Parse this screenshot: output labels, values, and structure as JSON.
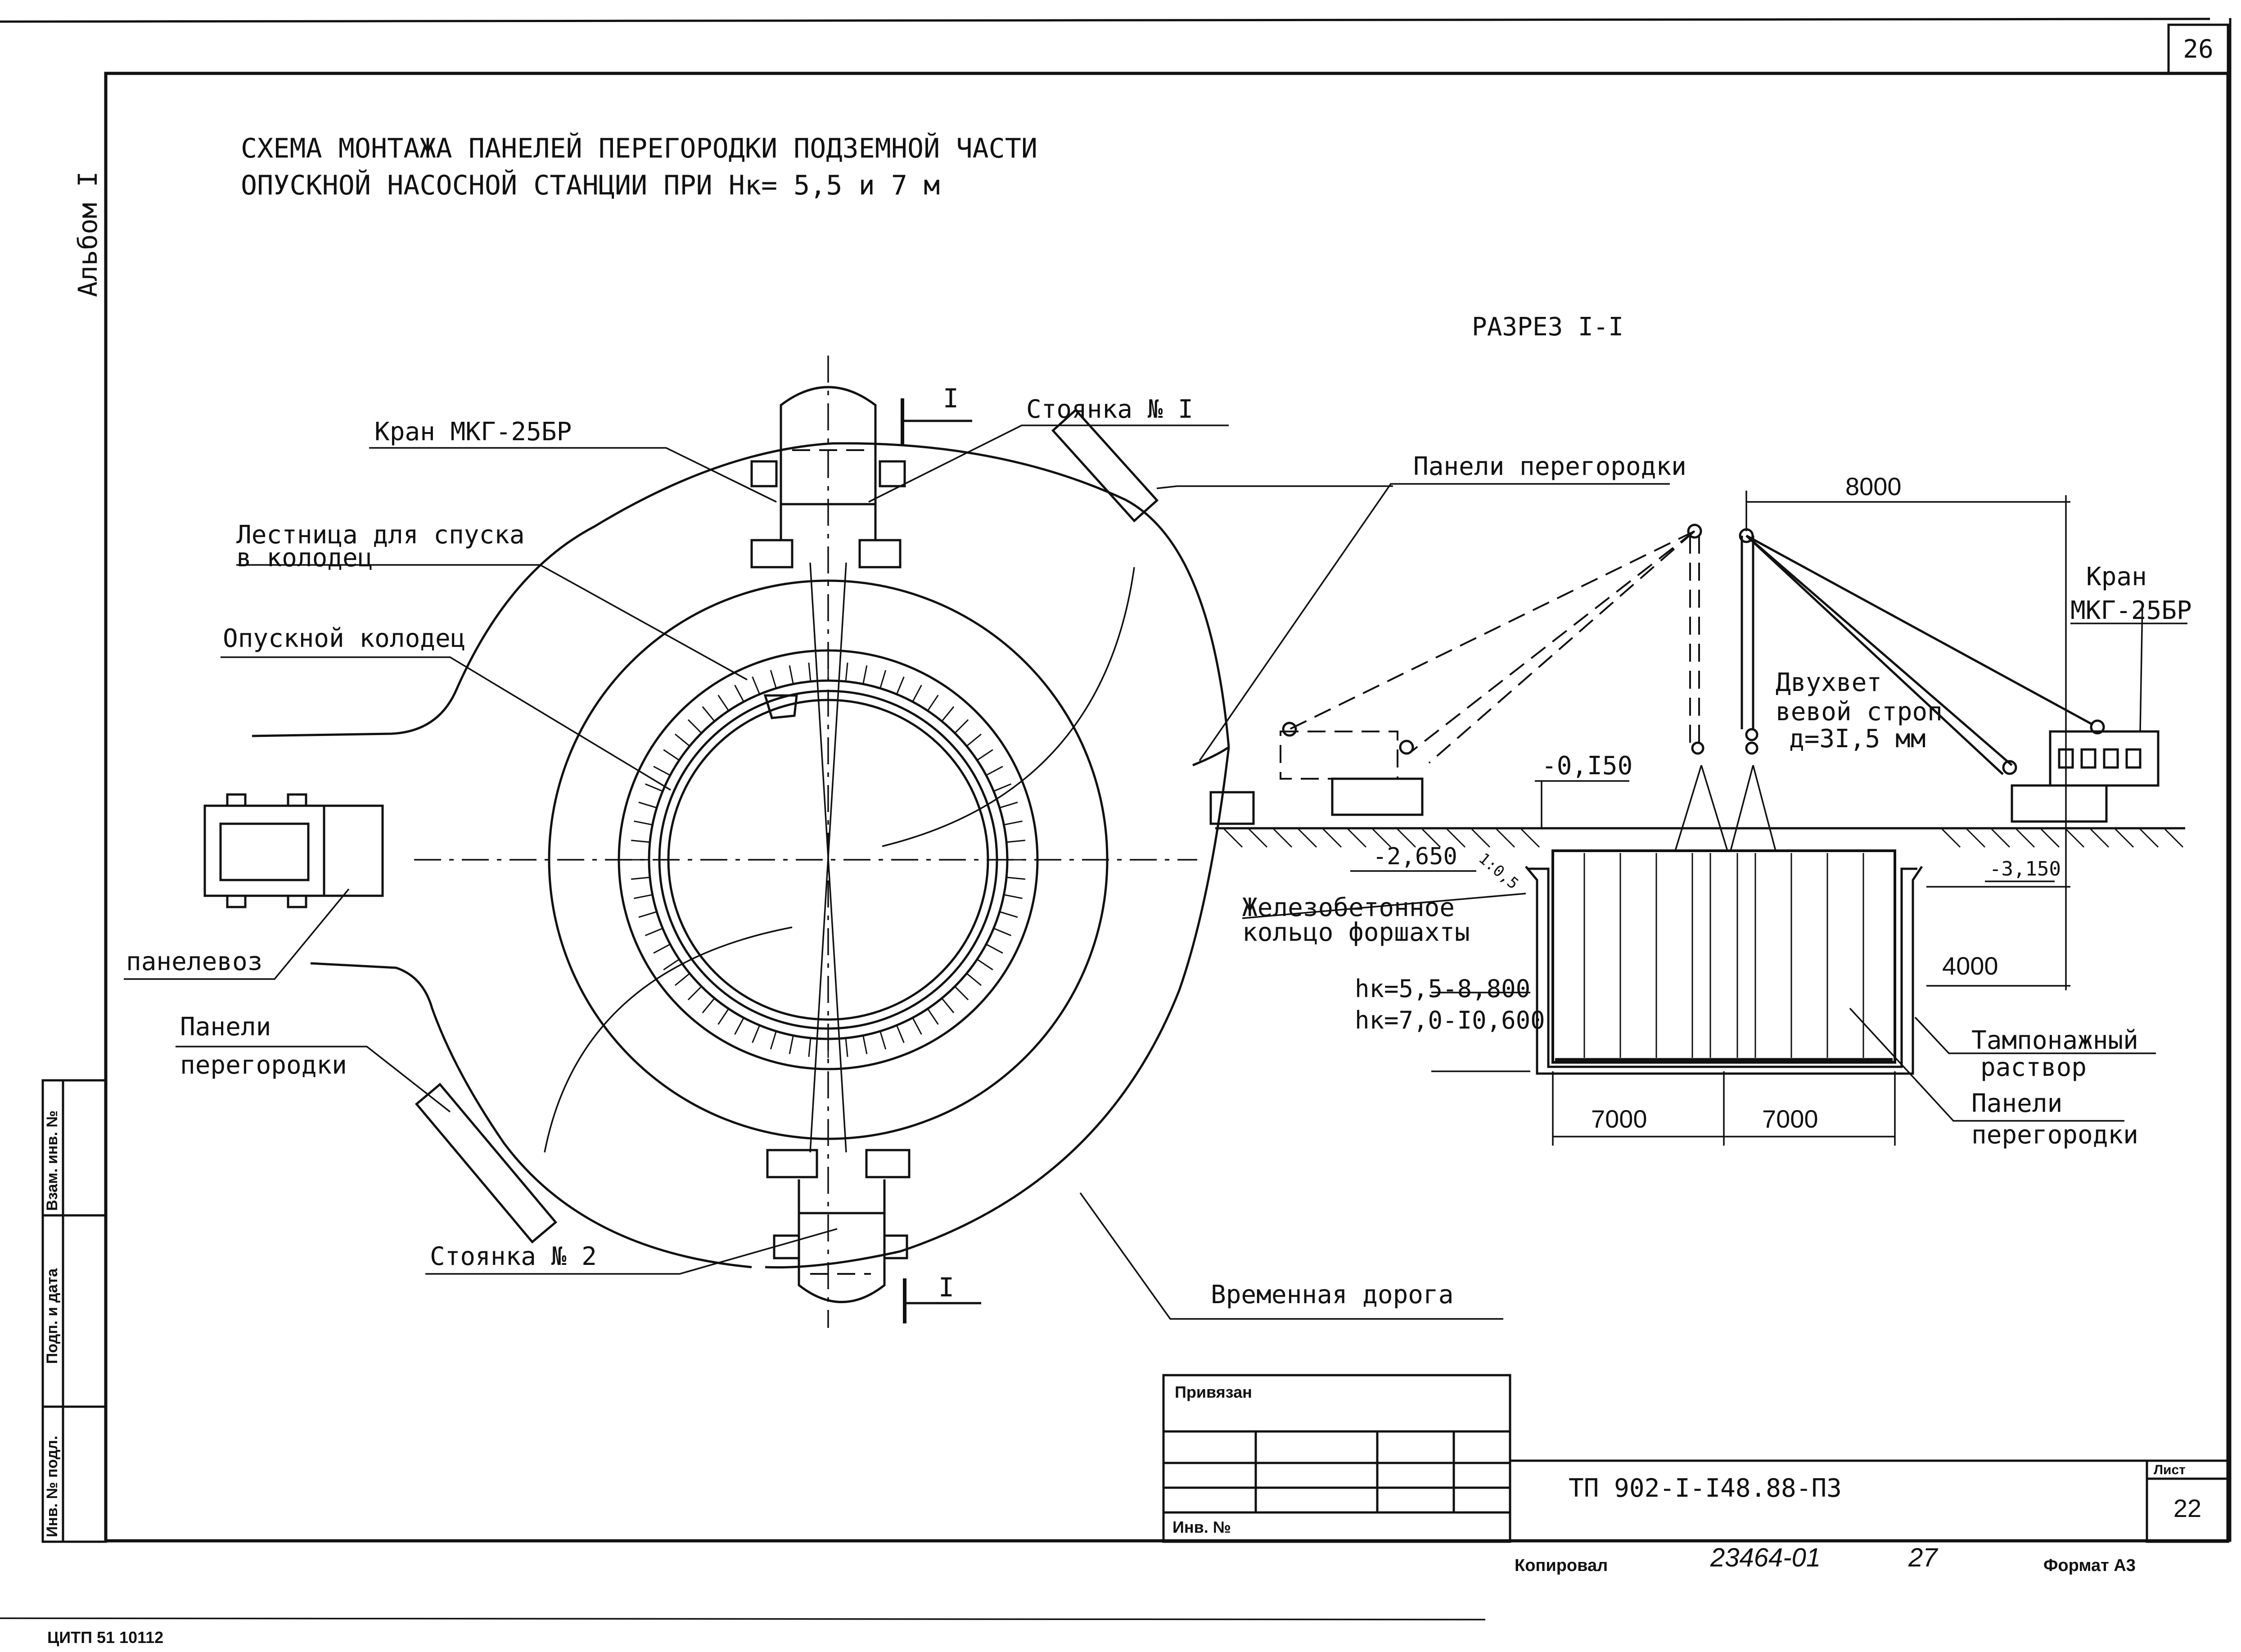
{
  "sheet": {
    "corner_number": "26",
    "album": "Альбом I",
    "title_line1": "СХЕМА МОНТАЖА ПАНЕЛЕЙ ПЕРЕГОРОДКИ ПОДЗЕМНОЙ ЧАСТИ",
    "title_line2": "ОПУСКНОЙ НАСОСНОЙ СТАНЦИИ ПРИ Нк= 5,5 и 7 м"
  },
  "plan": {
    "section_mark": "I",
    "labels": {
      "crane": "Кран МКГ-25БР",
      "stop1": "Стоянка № I",
      "stair1": "Лестница для спуска",
      "stair2": "в колодец",
      "well": "Опускной колодец",
      "truck": "панелевоз",
      "panels1": "Панели",
      "panels2": "перегородки",
      "stop2": "Стоянка № 2",
      "road": "Временная дорога",
      "panels_top": "Панели перегородки"
    }
  },
  "section": {
    "title": "РАЗРЕЗ I-I",
    "dim_top": "8000",
    "crane1": "Кран",
    "crane2": "МКГ-25БР",
    "sling1": "Двухвет",
    "sling2": "вевой строп",
    "sling3": "д=3I,5 мм",
    "level_top": "-0,I50",
    "level_left": "-2,650",
    "slope": "1:0,5",
    "level_right": "-3,150",
    "ring1": "Железобетонное",
    "ring2": "кольцо форшахты",
    "dim_4000": "4000",
    "hk1": "hк=5,5-8,800",
    "hk2": "hк=7,0-I0,600",
    "tamp1": "Тампонажный",
    "tamp2": "раствор",
    "panels1": "Панели",
    "panels2": "перегородки",
    "dim_left": "7000",
    "dim_right": "7000"
  },
  "stamp": {
    "side_cell1": "Инв. № подл.",
    "side_cell2": "Подп. и дата",
    "side_cell3": "Взам. инв. №",
    "tied": "Привязан",
    "inv": "Инв. №",
    "code": "ТП 902-I-I48.88-ПЗ",
    "sheet_label": "Лист",
    "sheet_number": "22",
    "copied": "Копировал",
    "handwritten": "23464-01",
    "handwritten2": "27",
    "format": "Формат А3",
    "bottom_code": "ЦИТП  51 10112"
  }
}
